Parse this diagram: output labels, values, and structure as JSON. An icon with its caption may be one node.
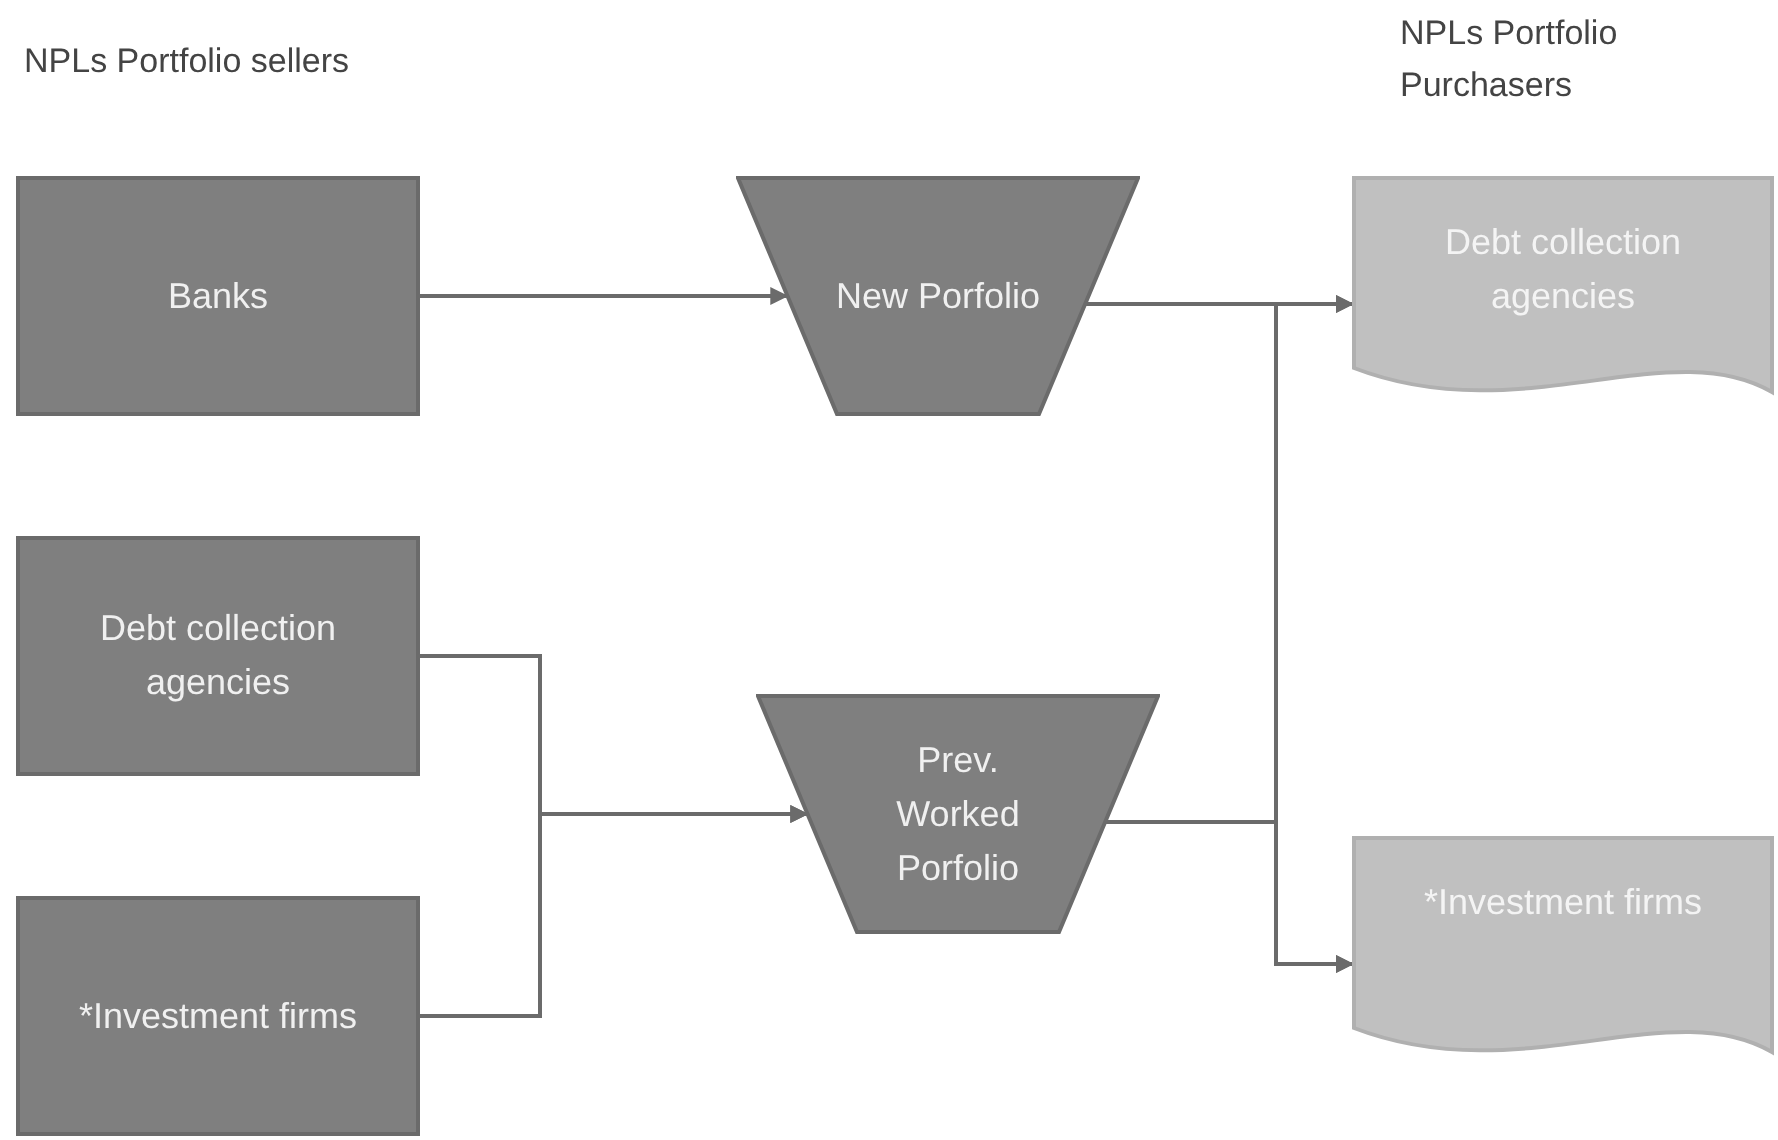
{
  "diagram": {
    "nodes": [
      {
        "text": [
          "Banks"
        ]
      },
      {
        "text": [
          "Debt collection agencies"
        ]
      },
      {
        "text": [
          "*Investment firms"
        ]
      },
      {
        "text": [
          "New Porfolio"
        ]
      },
      {
        "text": [
          "Prev. Worked Porfolio"
        ]
      },
      {
        "text": [
          "Debt collection agencies"
        ]
      },
      {
        "text": [
          "*Investment firms"
        ]
      }
    ],
    "edges": [
      {
        "from": 0,
        "to": 3,
        "arrow": "to"
      },
      {
        "from": 1,
        "to": 4,
        "arrow": "to"
      },
      {
        "from": 2,
        "to": 4,
        "arrow": "to"
      },
      {
        "from": 3,
        "to": 5,
        "arrow": "to"
      },
      {
        "from": 3,
        "to": 6,
        "arrow": "to"
      },
      {
        "from": 4,
        "to": 5,
        "arrow": "to"
      },
      {
        "from": 4,
        "to": 6,
        "arrow": "to"
      }
    ],
    "labels": [
      "NPLs Portfolio sellers",
      "NPLs Portfolio Purchasers"
    ]
  }
}
